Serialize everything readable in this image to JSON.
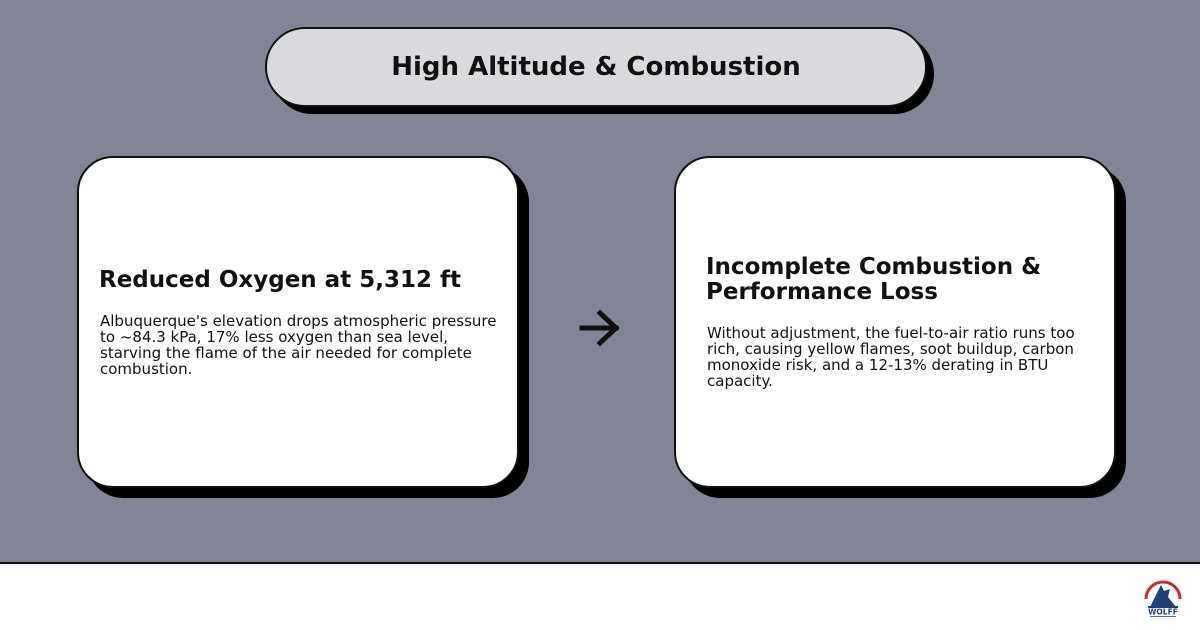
{
  "slide": {
    "title": "High Altitude & Combustion",
    "cards": [
      {
        "heading": "Reduced Oxygen at 5,312 ft",
        "body": "Albuquerque's elevation drops atmospheric pressure to ~84.3 kPa, 17% less oxygen than sea level, starving the flame of the air needed for complete combustion."
      },
      {
        "heading": "Incomplete Combustion & Performance Loss",
        "body": "Without adjustment, the fuel-to-air ratio runs too rich, causing yellow flames, soot buildup, carbon monoxide risk, and a 12-13% derating in BTU capacity."
      }
    ],
    "connector_icon": "right-arrow-icon"
  },
  "footer": {
    "logo_text": "WOLFF",
    "logo_icon": "wolf-logo-icon"
  },
  "colors": {
    "background": "#828595",
    "title_pill": "#d9dadd",
    "card": "#ffffff",
    "shadow": "#000000",
    "logo_blue": "#1f3f78",
    "logo_red": "#c8282e"
  }
}
